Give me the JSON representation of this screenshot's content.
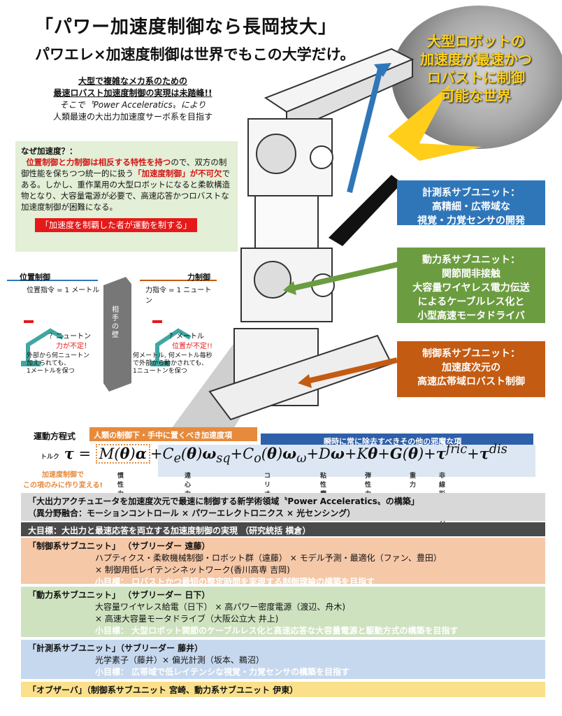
{
  "header": {
    "title": "「パワー加速度制御なら長岡技大」",
    "subtitle": "パワエレ×加速度制御は世界でもこの大学だけ。"
  },
  "moon": {
    "text_lines": [
      "大型ロボットの",
      "加速度が最速かつ",
      "ロバストに制御",
      "可能な世界"
    ]
  },
  "intro": {
    "line1": "大型で複雑なメカ系のための",
    "line2": "最速ロバスト加速度制御の実現は未踏峰!!",
    "line3": "そこで〝Power Acceleratics〟により",
    "line4": "人類最速の大出力加速度サーボ系を目指す"
  },
  "why": {
    "heading": "なぜ加速度？：",
    "p1_red": "位置制御と力制御は相反する特性を持つ",
    "p1_rest": "ので、双方の制御性能を保ちつつ統一的に扱う",
    "p1_red2": "「加速度制御」が不可欠",
    "p1_rest2": "である。しかし、重作業用の大型ロボットになると柔軟構造物となり、大容量電源が必要で、高速応答かつロバストな加速度制御が困難になる。",
    "banner": "「加速度を制覇した者が運動を制する」"
  },
  "callouts": {
    "measure": "計測系サブユニット：\n高精細・広帯域な\n視覚・力覚センサの開発",
    "power": "動力系サブユニット：\n関節間非接触\n大容量ワイヤレス電力伝送\nによるケーブルレス化と\n小型高速モータドライバ",
    "control": "制御系サブユニット：\n加速度次元の\n高速広帯域ロバスト制御"
  },
  "panel": {
    "pos_title": "位置制御",
    "force_title": "力制御",
    "pos_cmd": "位置指令 = 1 メートル",
    "force_cmd": "力指令 = 1 ニュートン",
    "wall": "相手の壁",
    "q_newton": "？ニュートン",
    "force_lack": "力が不定！",
    "q_meter": "？メートル",
    "pos_lack": "位置が不定!!",
    "pos_note": "外部から何ニュートン\n加えられても、\n1メートルを保つ",
    "force_note": "何メートル, 何メートル毎秒\nで外部から動かされても、\n1ニュートンを保つ"
  },
  "equation": {
    "label": "運動方程式",
    "torque": "トルク",
    "orange_head": "人類の制御下・手中に置くべき加速度項",
    "blue_head": "瞬時に常に除去すべきその他の邪魔な項",
    "inertia": "慣性力",
    "centrifugal": "遠心力",
    "coriolis": "コリオリ力",
    "viscous": "粘性摩擦力",
    "elastic": "弾性力",
    "gravity": "重力",
    "nonlinear": "非線形摩擦力",
    "accel_note1": "加速度制御で",
    "accel_note2": "この項のみに作り変える!"
  },
  "project": {
    "line1": "「大出力アクチュエータを加速度次元で最速に制御する新学術領域〝Power Acceleratics〟の構築」",
    "line2": "（異分野融合：モーションコントロール × パワーエレクトロニクス × 光センシング）",
    "goal": "大目標：大出力と最速応答を両立する加速度制御の実現 （研究統括 横倉）",
    "control": {
      "head": "「制御系サブユニット」 （サブリーダー 遠藤）",
      "l1": "ハプティクス・柔軟機械制御・ロボット群（遠藤） × モデル予測・最適化（ファン、豊田）",
      "l2": "× 制御用低レイテンシネットワーク(香川高専 吉岡)",
      "goal": "小目標： ロバストかつ最短の整定時間を実現する制御理論の構築を目指す"
    },
    "power": {
      "head": "「動力系サブユニット」 （サブリーダー 日下）",
      "l1": "大容量ワイヤレス給電（日下） × 高パワー密度電源（渡辺、舟木)",
      "l2": "× 高速大容量モータドライブ（大阪公立大 井上)",
      "goal": "小目標： 大型ロボット関節のケーブルレス化と高速応答な大容量電源と駆動方式の構築を目指す"
    },
    "measure": {
      "head": "「計測系サブユニット」（サブリーダー 藤井）",
      "l1": "光学素子（藤井）× 偏光計測（坂本、鵜沼）",
      "goal": "小目標： 広帯域で低レイテンシな視覚・力覚センサの構築を目指す"
    },
    "observer": "「オブザーバ」（制御系サブユニット 宮崎、動力系サブユニット 伊東）"
  },
  "colors": {
    "blue": "#2f76b9",
    "green": "#6c9c40",
    "orange": "#c45b12",
    "red": "#e51919"
  }
}
